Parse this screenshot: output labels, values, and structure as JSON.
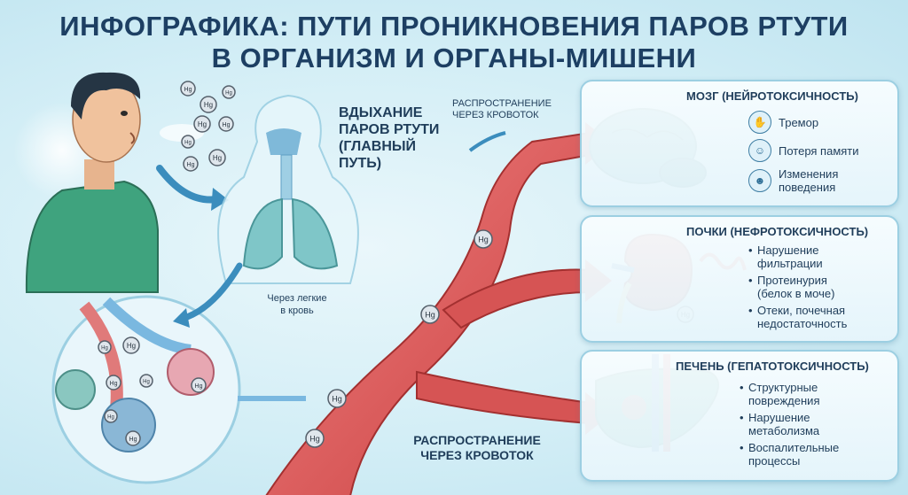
{
  "title": {
    "line1": "ИНФОГРАФИКА: ПУТИ ПРОНИКНОВЕНИЯ ПАРОВ РТУТИ",
    "line2": "В ОРГАНИЗМ И ОРГАНЫ-МИШЕНИ"
  },
  "inhalation": {
    "lines": [
      "ВДЫХАНИЕ",
      "ПАРОВ РТУТИ",
      "(ГЛАВНЫЙ",
      "ПУТЬ)"
    ],
    "lungs_caption": [
      "Через легкие",
      "в кровь"
    ]
  },
  "bloodstream": {
    "top_label": [
      "РАСПРОСТРАНЕНИЕ",
      "ЧЕРЕЗ КРОВОТОК"
    ],
    "bottom_label": [
      "РАСПРОСТРАНЕНИЕ",
      "ЧЕРЕЗ КРОВОТОК"
    ]
  },
  "molecule_symbol": "Hg",
  "panels": {
    "brain": {
      "title": "МОЗГ (НЕЙРОТОКСИЧНОСТЬ)",
      "items": [
        {
          "lines": [
            "Тремор"
          ],
          "icon": "hand-tremor-icon"
        },
        {
          "lines": [
            "Потеря памяти"
          ],
          "icon": "memory-head-icon"
        },
        {
          "lines": [
            "Изменения",
            "поведения"
          ],
          "icon": "behavior-head-icon"
        }
      ]
    },
    "kidney": {
      "title": "ПОЧКИ (НЕФРОТОКСИЧНОСТЬ)",
      "items": [
        {
          "lines": [
            "Нарушение",
            "фильтрации"
          ]
        },
        {
          "lines": [
            "Протеинурия",
            "(белок в моче)"
          ]
        },
        {
          "lines": [
            "Отеки, почечная",
            "недостаточность"
          ]
        }
      ]
    },
    "liver": {
      "title": "ПЕЧЕНЬ (ГЕПАТОТОКСИЧНОСТЬ)",
      "items": [
        {
          "lines": [
            "Структурные",
            "повреждения"
          ]
        },
        {
          "lines": [
            "Нарушение",
            "метаболизма"
          ]
        },
        {
          "lines": [
            "Воспалительные",
            "процессы"
          ]
        }
      ]
    }
  },
  "colors": {
    "background": "#d3eef6",
    "vessel": "#e05a5a",
    "vessel_dark": "#b83232",
    "lungs": "#7fc6c8",
    "brain": "#4fa3a8",
    "kidney": "#d9534f",
    "liver": "#2f9c86",
    "title": "#1d3f63"
  }
}
